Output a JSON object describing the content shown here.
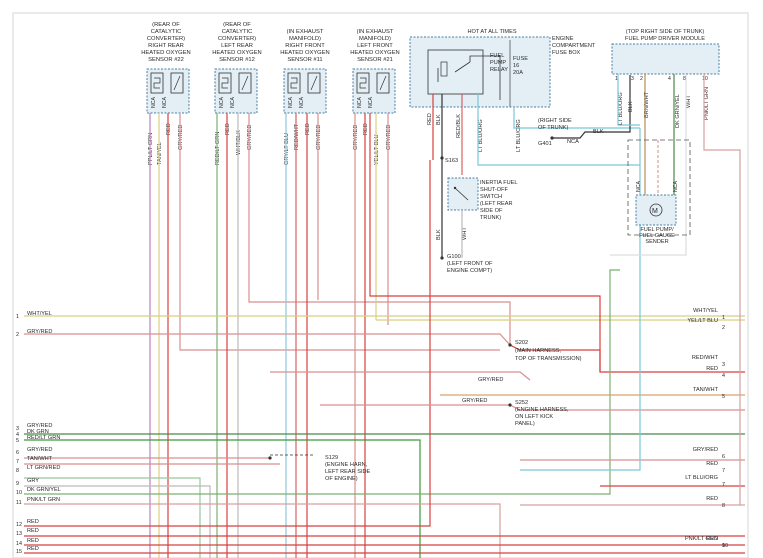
{
  "sensors": [
    {
      "title": [
        "(REAR OF",
        "CATALYTIC",
        "CONVERTER)",
        "RIGHT REAR",
        "HEATED OXYGEN",
        "SENSOR #22"
      ],
      "pins": [
        "NCA",
        "NCA"
      ],
      "wires": [
        "PPL/LT GRN",
        "TAN/YEL",
        "RED",
        "GRY/RED"
      ]
    },
    {
      "title": [
        "(REAR OF",
        "CATALYTIC",
        "CONVERTER)",
        "LEFT REAR",
        "HEATED OXYGEN",
        "SENSOR #12"
      ],
      "pins": [
        "NCA",
        "NCA"
      ],
      "wires": [
        "RED/LT GRN",
        "RED",
        "WHT/BLK",
        "GRY/RED"
      ]
    },
    {
      "title": [
        "(IN EXHAUST",
        "MANIFOLD)",
        "RIGHT FRONT",
        "HEATED OXYGEN",
        "SENSOR #11"
      ],
      "pins": [
        "NCA",
        "NCA"
      ],
      "wires": [
        "GRY/LT BLU",
        "RED/WHT",
        "RED",
        "GRY/RED"
      ]
    },
    {
      "title": [
        "(IN EXHAUST",
        "MANIFOLD)",
        "LEFT FRONT",
        "HEATED OXYGEN",
        "SENSOR #21"
      ],
      "pins": [
        "NCA",
        "NCA"
      ],
      "wires": [
        "GRY/RED",
        "RED",
        "YEL/LT BLU",
        "GRY/RED"
      ]
    }
  ],
  "fuse_box": {
    "hot_label": "HOT AT ALL TIMES",
    "box_label": [
      "ENGINE",
      "COMPARTMENT",
      "FUSE BOX"
    ],
    "relay_label": [
      "FUEL",
      "PUMP",
      "RELAY"
    ],
    "fuse_label": [
      "FUSE",
      "16",
      "20A"
    ],
    "wires": [
      "RED",
      "BLK",
      "RED/BLK",
      "LT BLU/ORG",
      "LT BLU/ORG"
    ]
  },
  "splices": {
    "s163": "S163",
    "s202": [
      "S202",
      "(MAIN HARNESS,",
      "TOP OF TRANSMISSION)"
    ],
    "s252": [
      "S252",
      "(ENGINE HARNESS,",
      "ON LEFT KICK",
      "PANEL)"
    ],
    "s129": [
      "S129",
      "(ENGINE HARN,",
      "LEFT REAR SIDE",
      "OF ENGINE)"
    ]
  },
  "inertia_switch": {
    "label": [
      "INERTIA FUEL",
      "SHUT-OFF",
      "SWITCH",
      "(LEFT REAR",
      "SIDE OF",
      "TRUNK)"
    ],
    "wire_left": "BLK",
    "wire_right": "WHT"
  },
  "grounds": {
    "g100": [
      "G100",
      "(LEFT FRONT OF",
      "ENGINE COMPT)"
    ],
    "g401": "G401",
    "g401_loc": [
      "(RIGHT SIDE",
      "OF TRUNK)"
    ],
    "g401_wire": "NCA",
    "g401_blk": "BLK"
  },
  "pump_module": {
    "title": [
      "(TOP RIGHT SIDE OF TRUNK)",
      "FUEL PUMP DRIVER MODULE"
    ],
    "wires": [
      "LT BLU/ORG",
      "BLK",
      "BRN/WHT",
      "DK GRN/YEL",
      "WHT",
      "PNK/LT GRN"
    ],
    "pin_numbers": [
      "1",
      "3",
      "2",
      "4",
      "8",
      "10"
    ],
    "sender_label": [
      "FUEL PUMP/",
      "FUEL GAUGE",
      "SENDER"
    ],
    "sender_pins": [
      "NCA",
      "NCA"
    ]
  },
  "left_connector": [
    {
      "num": "1",
      "label": "WHT/YEL"
    },
    {
      "num": "2",
      "label": "GRY/RED"
    },
    {
      "num": "3",
      "label": "GRY/RED"
    },
    {
      "num": "4",
      "label": "DK GRN"
    },
    {
      "num": "5",
      "label": "RED/LT GRN"
    },
    {
      "num": "6",
      "label": "GRY/RED"
    },
    {
      "num": "7",
      "label": "TAN/WHT"
    },
    {
      "num": "8",
      "label": "LT GRN/RED"
    },
    {
      "num": "9",
      "label": "GRY"
    },
    {
      "num": "10",
      "label": "DK GRN/YEL"
    },
    {
      "num": "11",
      "label": "PNK/LT GRN"
    },
    {
      "num": "12",
      "label": "RED"
    },
    {
      "num": "13",
      "label": "RED"
    },
    {
      "num": "14",
      "label": "RED"
    },
    {
      "num": "15",
      "label": "RED"
    }
  ],
  "right_connector": [
    {
      "num": "1",
      "label": "WHT/YEL"
    },
    {
      "num": "2",
      "label": "YEL/LT BLU"
    },
    {
      "num": "3",
      "label": "RED/WHT"
    },
    {
      "num": "4",
      "label": "RED"
    },
    {
      "num": "5",
      "label": "TAN/WHT"
    },
    {
      "num": "6",
      "label": "GRY/RED"
    },
    {
      "num": "7",
      "label": "RED"
    },
    {
      "num": "7",
      "label": "LT BLU/ORG"
    },
    {
      "num": "8",
      "label": "RED"
    },
    {
      "num": "9",
      "label": "PNK/LT GRN"
    },
    {
      "num": "10",
      "label": "RED"
    }
  ],
  "mid_labels": {
    "gry_red_1": "GRY/RED",
    "gry_red_2": "GRY/RED"
  }
}
